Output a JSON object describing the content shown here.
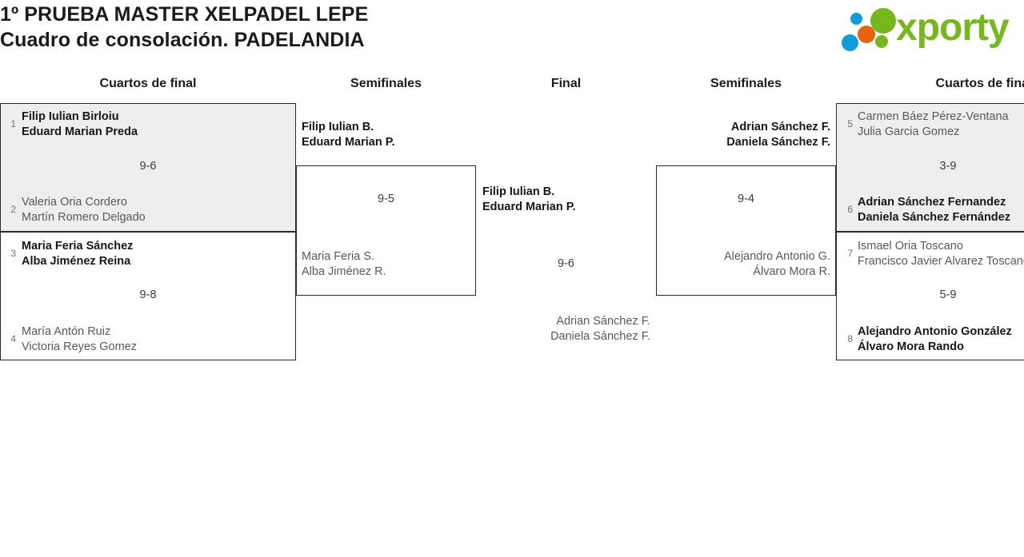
{
  "header": {
    "title_line1": "1º PRUEBA MASTER XELPADEL LEPE",
    "title_line2": "Cuadro de consolación. PADELANDIA",
    "logo_word": "xporty",
    "logo_colors": {
      "green": "#74b81c",
      "blue": "#0d9ddb",
      "orange": "#e8610b"
    }
  },
  "columns": {
    "qf_left": "Cuartos de final",
    "sf_left": "Semifinales",
    "final": "Final",
    "sf_right": "Semifinales",
    "qf_right": "Cuartos de final"
  },
  "bracket": {
    "quarterfinals_left": [
      {
        "seed": "1",
        "player1": "Filip Iulian Birloiu",
        "player2": "Eduard Marian Preda",
        "winner": true
      },
      {
        "seed": "2",
        "player1": "Valeria Oria Cordero",
        "player2": "Martín Romero Delgado",
        "winner": false
      },
      {
        "seed": "3",
        "player1": "Maria Feria Sánchez",
        "player2": "Alba Jiménez Reina",
        "winner": true
      },
      {
        "seed": "4",
        "player1": "María Antón Ruiz",
        "player2": "Victoria Reyes Gomez",
        "winner": false
      }
    ],
    "quarterfinals_left_scores": [
      "9-6",
      "9-8"
    ],
    "quarterfinals_right": [
      {
        "seed": "5",
        "player1": "Carmen Báez Pérez-Ventana",
        "player2": "Julia Garcia Gomez",
        "winner": false
      },
      {
        "seed": "6",
        "player1": "Adrian Sánchez Fernandez",
        "player2": "Daniela Sánchez Fernández",
        "winner": true
      },
      {
        "seed": "7",
        "player1": "Ismael Oria Toscano",
        "player2": "Francisco Javier Alvarez Toscano",
        "winner": false
      },
      {
        "seed": "8",
        "player1": "Alejandro Antonio González",
        "player2": "Álvaro Mora Rando",
        "winner": true
      }
    ],
    "quarterfinals_right_scores": [
      "3-9",
      "5-9"
    ],
    "semifinals_left": [
      {
        "player1": "Filip Iulian B.",
        "player2": "Eduard Marian P.",
        "winner": true
      },
      {
        "player1": "Maria Feria S.",
        "player2": "Alba Jiménez R.",
        "winner": false
      }
    ],
    "semifinals_left_score": "9-5",
    "semifinals_right": [
      {
        "player1": "Adrian Sánchez F.",
        "player2": "Daniela Sánchez F.",
        "winner": true
      },
      {
        "player1": "Alejandro Antonio G.",
        "player2": "Álvaro Mora R.",
        "winner": false
      }
    ],
    "semifinals_right_score": "9-4",
    "final": [
      {
        "player1": "Filip Iulian B.",
        "player2": "Eduard Marian P.",
        "winner": true
      },
      {
        "player1": "Adrian Sánchez F.",
        "player2": "Daniela Sánchez F.",
        "winner": false
      }
    ],
    "final_score": "9-6"
  }
}
